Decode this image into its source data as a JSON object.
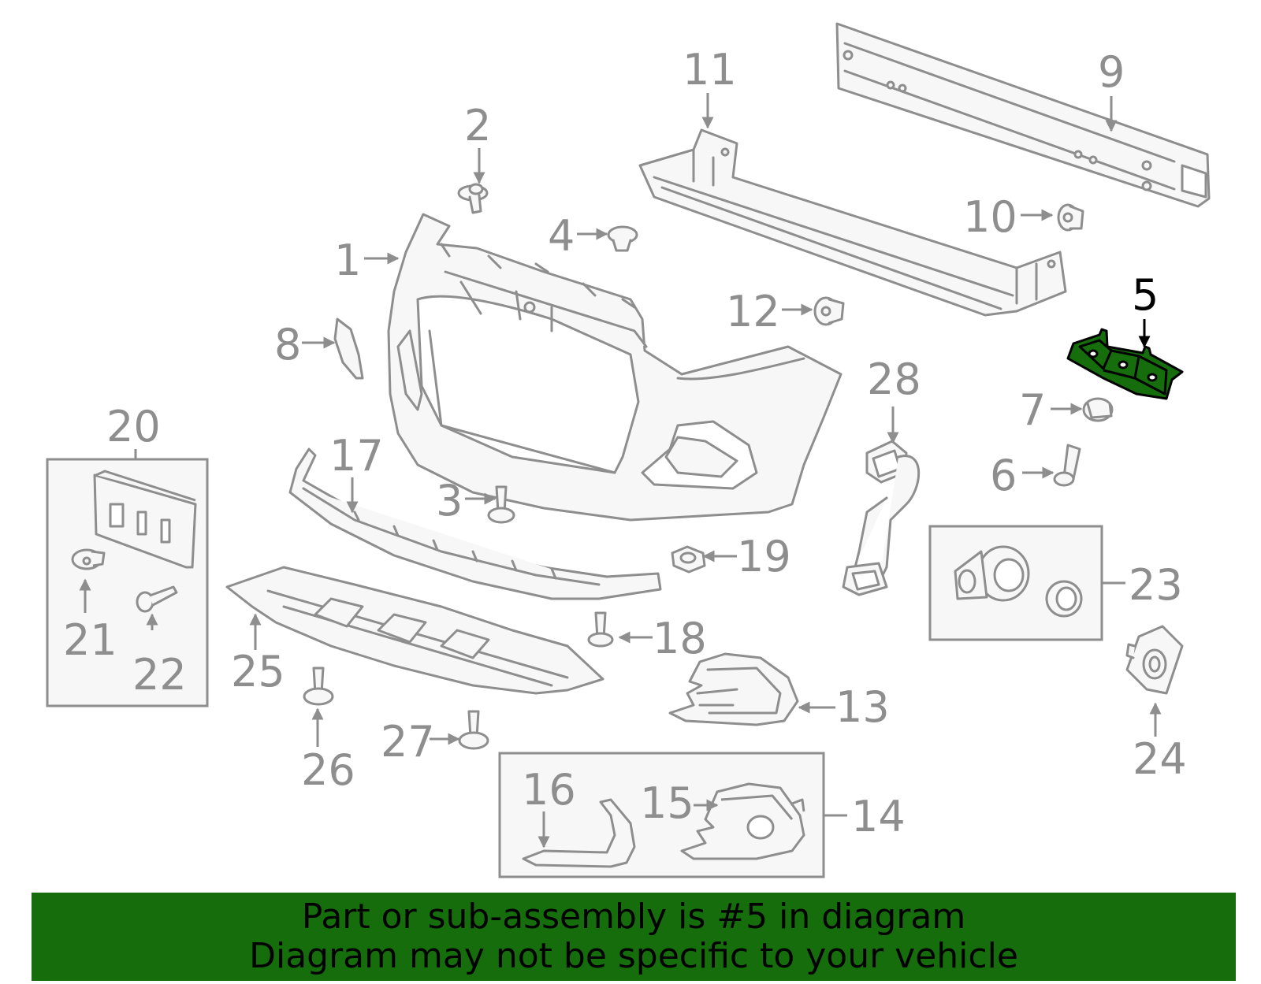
{
  "diagram": {
    "highlighted_part": "5",
    "highlight_color": "#156d0c",
    "line_color": "#8e8e8e",
    "callouts": [
      "1",
      "2",
      "3",
      "4",
      "5",
      "6",
      "7",
      "8",
      "9",
      "10",
      "11",
      "12",
      "13",
      "14",
      "15",
      "16",
      "17",
      "18",
      "19",
      "20",
      "21",
      "22",
      "23",
      "24",
      "25",
      "26",
      "27",
      "28"
    ]
  },
  "banner": {
    "line1": "Part or sub-assembly is #5 in diagram",
    "line2": "Diagram may not be specific to your vehicle",
    "background": "#156d0c"
  }
}
